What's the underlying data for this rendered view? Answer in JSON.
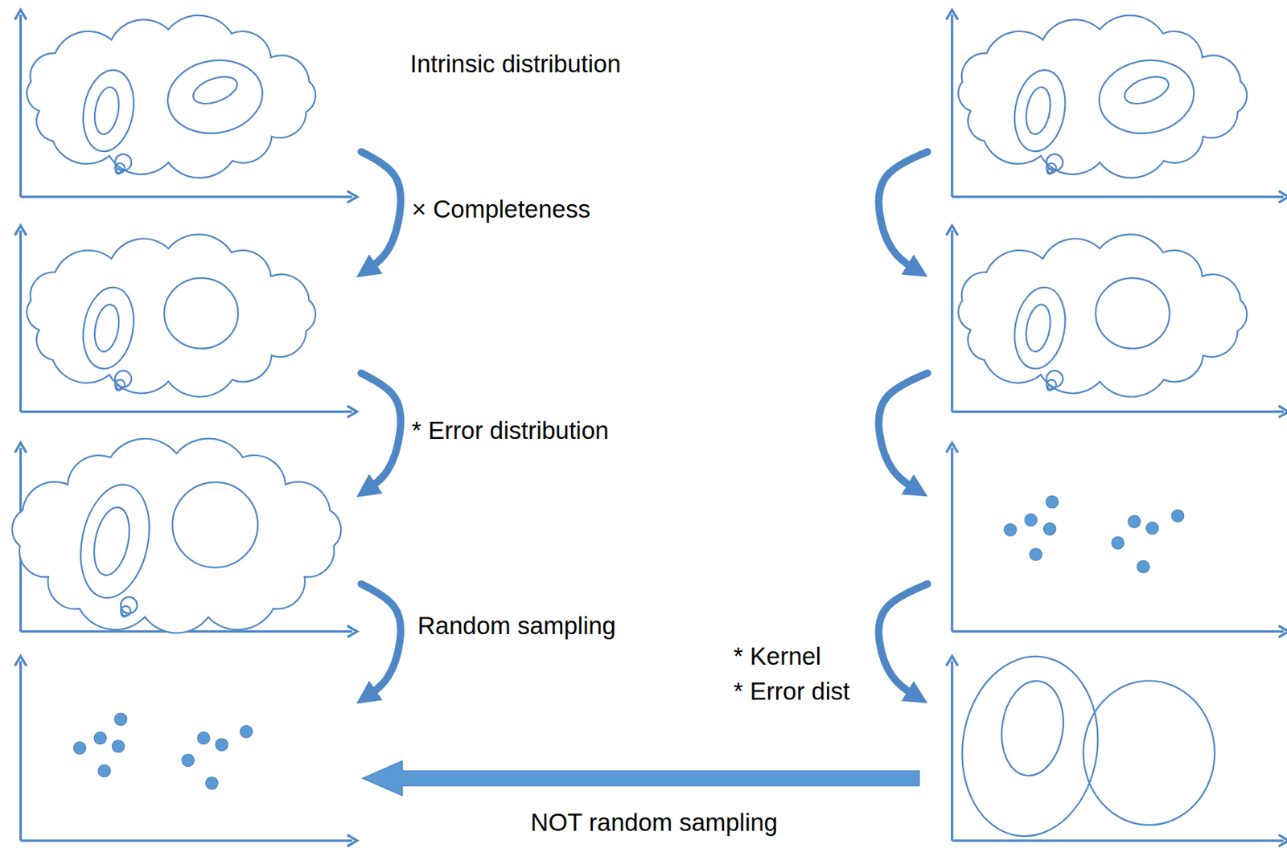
{
  "diagram": {
    "labels": [
      "Intrinsic distribution",
      "× Completeness",
      "* Error distribution",
      "Random sampling",
      "* Kernel",
      "* Error dist",
      "NOT random sampling"
    ]
  }
}
